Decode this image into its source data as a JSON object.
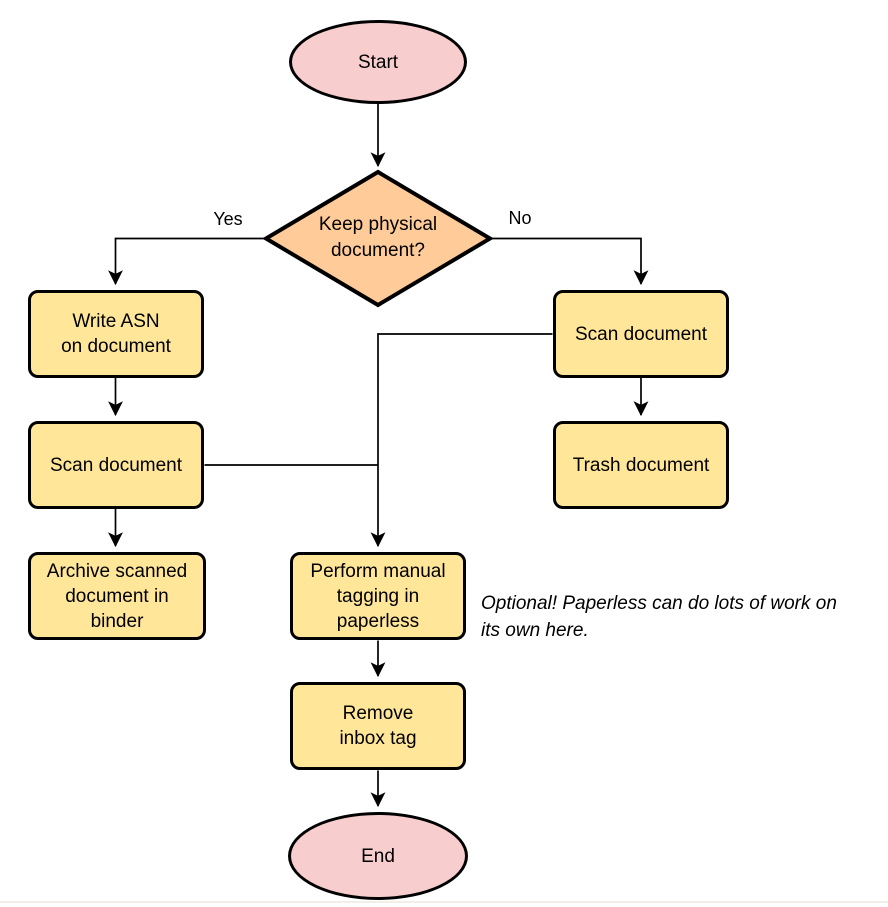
{
  "diagram": {
    "nodes": {
      "start": {
        "label": "Start",
        "type": "terminal"
      },
      "decision": {
        "label": "Keep physical\ndocument?",
        "type": "decision"
      },
      "write_asn": {
        "label": "Write ASN\non document",
        "type": "process"
      },
      "scan_left": {
        "label": "Scan document",
        "type": "process"
      },
      "archive": {
        "label": "Archive scanned\ndocument in\nbinder",
        "type": "process"
      },
      "scan_right": {
        "label": "Scan document",
        "type": "process"
      },
      "trash": {
        "label": "Trash document",
        "type": "process"
      },
      "tagging": {
        "label": "Perform manual\ntagging in\npaperless",
        "type": "process"
      },
      "remove_inbox": {
        "label": "Remove\ninbox tag",
        "type": "process"
      },
      "end": {
        "label": "End",
        "type": "terminal"
      }
    },
    "edge_labels": {
      "yes": "Yes",
      "no": "No"
    },
    "annotation": "Optional! Paperless can do lots of work on\nits own here.",
    "colors": {
      "terminal_fill": "#F8CDCD",
      "decision_fill": "#FFCC99",
      "process_fill": "#FFE699",
      "stroke": "#000000",
      "connector": "#000000",
      "background": "#FFFFFF"
    }
  }
}
